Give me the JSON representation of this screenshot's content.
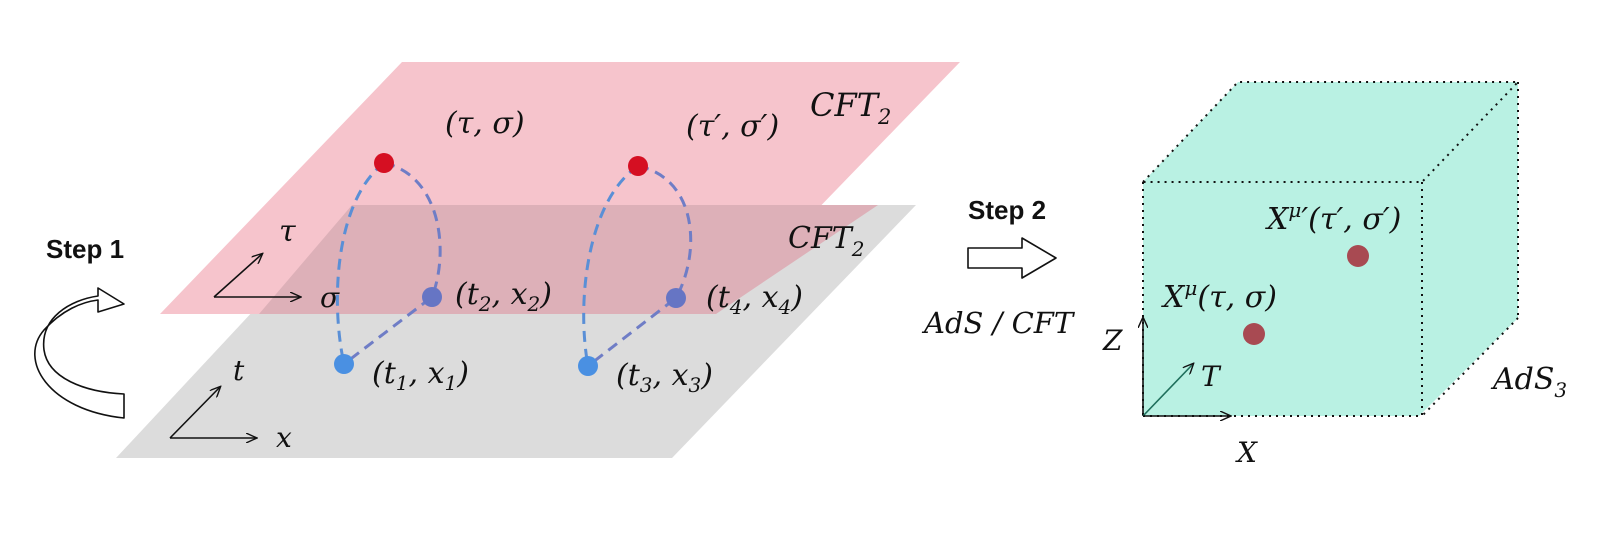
{
  "colors": {
    "top_plane": "#f6c4cc",
    "bottom_plane": "#dcdcdc",
    "overlap": "#ddb0b8",
    "cube": "#b9f1e3",
    "cft_red": "#d0021b",
    "ads_teal": "#3fd8b0",
    "red_dot": "#d50f22",
    "blue_dot": "#4a90e2",
    "violet_dot": "#6675c4",
    "dash_line": "#6f7dc6",
    "bulk_dot": "#a84a52"
  },
  "left_panel": {
    "step1": "Step 1",
    "cft_top": {
      "base": "CFT",
      "sub": "2"
    },
    "cft_bottom": {
      "base": "CFT",
      "sub": "2"
    },
    "axis_tau": "τ",
    "axis_sigma": "σ",
    "axis_t": "t",
    "axis_x": "x",
    "label_ts_1": "(τ, σ)",
    "label_ts_2": "(τ′, σ′)",
    "labels_points": [
      {
        "open": "(t",
        "s1": "1",
        "mid": ", x",
        "s2": "1",
        "close": ")"
      },
      {
        "open": "(t",
        "s1": "2",
        "mid": ", x",
        "s2": "2",
        "close": ")"
      },
      {
        "open": "(t",
        "s1": "3",
        "mid": ", x",
        "s2": "3",
        "close": ")"
      },
      {
        "open": "(t",
        "s1": "4",
        "mid": ", x",
        "s2": "4",
        "close": ")"
      }
    ]
  },
  "middle": {
    "step2": "Step 2",
    "adscft": "AdS / CFT"
  },
  "right_panel": {
    "axis_z": "Z",
    "axis_t": "T",
    "axis_x": "X",
    "ads": {
      "base": "AdS",
      "sub": "3"
    },
    "x1": {
      "base": "X",
      "sup": "μ",
      "tail": "(τ, σ)"
    },
    "x2": {
      "base": "X",
      "sup": "μ",
      "tail": "′(τ′, σ′)"
    }
  }
}
